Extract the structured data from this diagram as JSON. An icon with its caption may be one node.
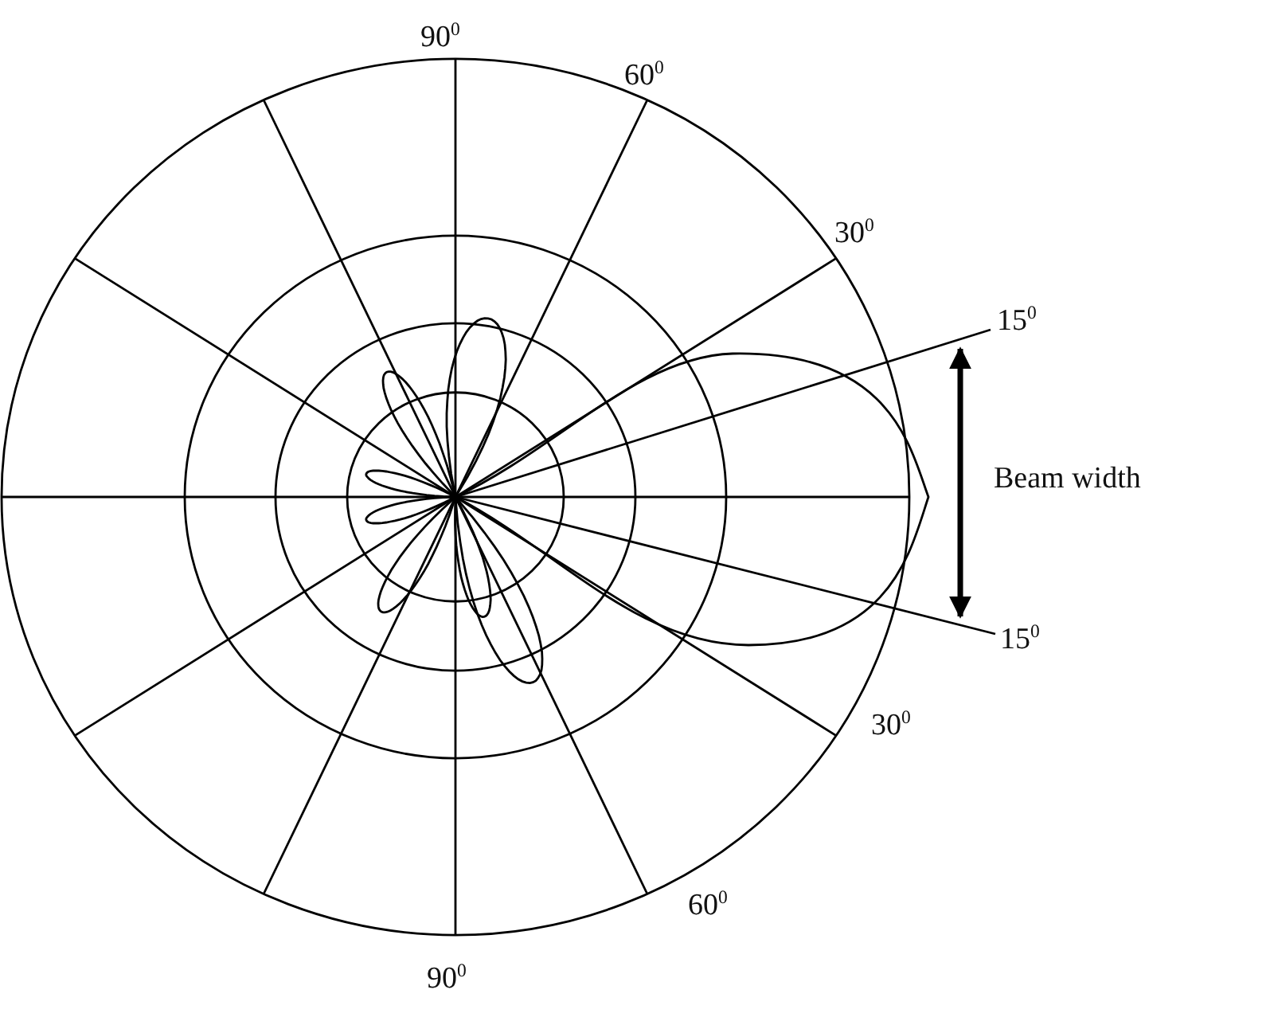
{
  "diagram": {
    "labels": [
      "90$^{0}$",
      "60$^{0}$",
      "30$^{0}$",
      "15$^{0}$",
      "Beam width",
      "15$^{0}$",
      "30$^{0}$",
      "60$^{0}$",
      "90$^{0}$"
    ]
  }
}
